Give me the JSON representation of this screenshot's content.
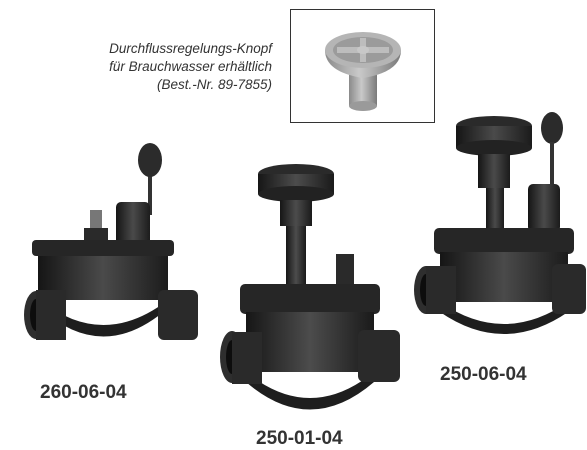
{
  "caption": {
    "lines": [
      "Durchflussregelungs-Knopf",
      "für Brauchwasser erhältlich",
      "(Best.-Nr. 89-7855)"
    ]
  },
  "products": [
    {
      "model": "260-06-04"
    },
    {
      "model": "250-01-04"
    },
    {
      "model": "250-06-04"
    }
  ]
}
